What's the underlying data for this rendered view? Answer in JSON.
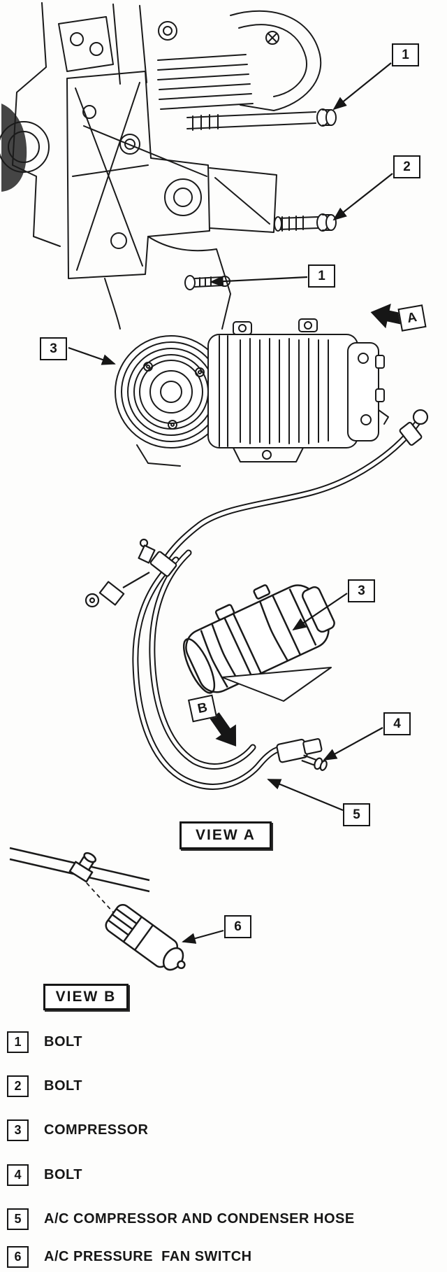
{
  "page": {
    "ink_color": "#161616",
    "paper_color": "#fdfdfc"
  },
  "diagram": {
    "callouts": {
      "bolt_top": "1",
      "bolt_right": "2",
      "bolt_mid": "1",
      "compressor_main": "3",
      "compressor_view": "3",
      "bolt_view": "4",
      "hose": "5",
      "switch": "6"
    },
    "direction_arrows": {
      "a": "A",
      "b": "B"
    },
    "view_labels": {
      "a": "VIEW A",
      "b": "VIEW B"
    }
  },
  "legend": {
    "items": [
      {
        "num": "1",
        "label": "BOLT"
      },
      {
        "num": "2",
        "label": "BOLT"
      },
      {
        "num": "3",
        "label": "COMPRESSOR"
      },
      {
        "num": "4",
        "label": "BOLT"
      },
      {
        "num": "5",
        "label": "A/C COMPRESSOR AND CONDENSER HOSE"
      },
      {
        "num": "6",
        "label": "A/C PRESSURE  FAN SWITCH"
      }
    ]
  }
}
